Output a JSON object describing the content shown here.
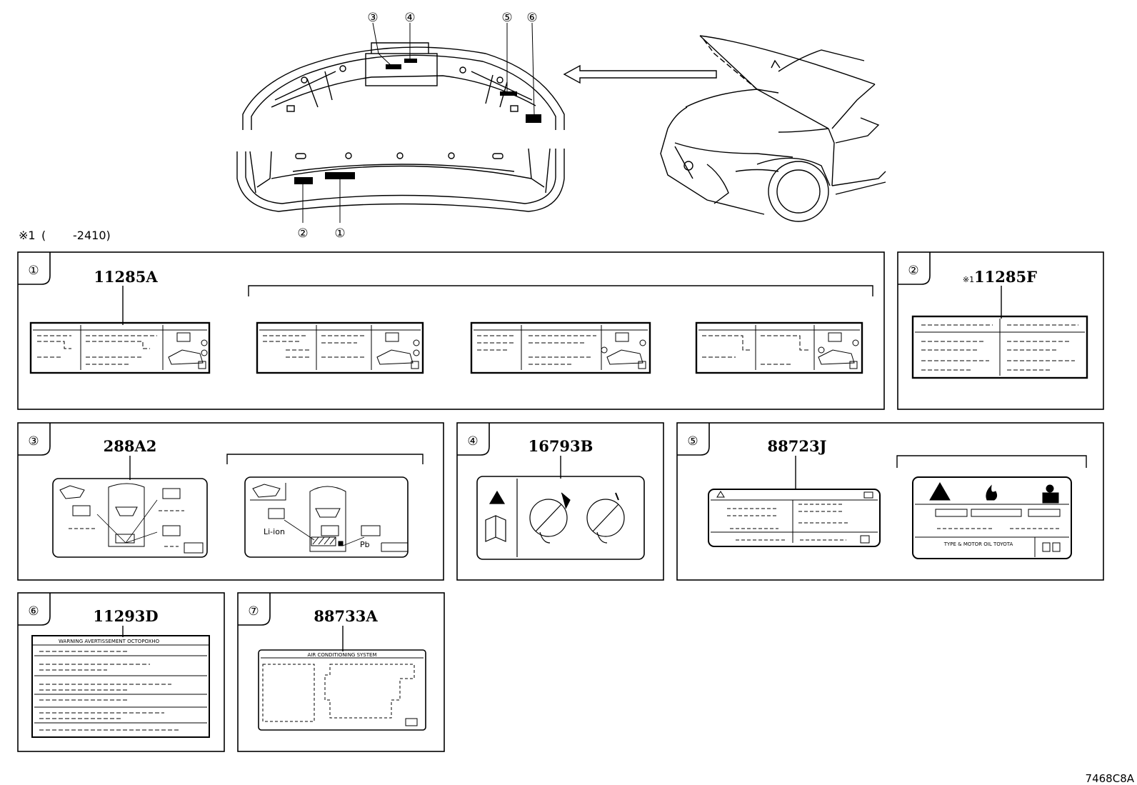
{
  "callouts": [
    "①",
    "②",
    "③",
    "④",
    "⑤",
    "⑥",
    "⑦"
  ],
  "note": {
    "mark": "※1",
    "open": "(",
    "range": "-2410)"
  },
  "parts": {
    "p1": "11285A",
    "p2_mark": "※1",
    "p2": "11285F",
    "p3": "288A2",
    "p4": "16793B",
    "p5": "88723J",
    "p6": "11293D",
    "p7": "88733A"
  },
  "label3b": {
    "liion": "Li-ion",
    "pb": "Pb"
  },
  "label6_header": "WARNING  AVERTISSEMENT  OCTOPOXHO",
  "label7_header": "AIR CONDITIONING SYSTEM",
  "label5b_footer": "TYPE & MOTOR OIL TOYOTA",
  "ref_code": "7468C8A",
  "colors": {
    "line": "#000000",
    "background": "#ffffff"
  }
}
